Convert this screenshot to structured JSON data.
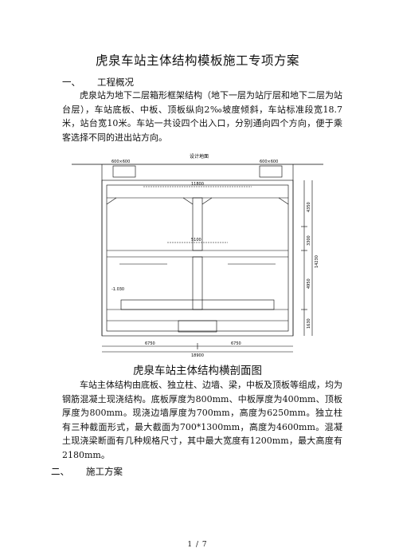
{
  "title": "虎泉车站主体结构模板施工专项方案",
  "section1": {
    "number": "一、",
    "heading": "工程概况",
    "paragraph": "虎泉站为地下二层箱形框架结构（地下一层为站厅层和地下二层为站台层），车站底板、中板、顶板纵向2‰坡度倾斜，车站标准段宽18.7米，站台宽10米。车站一共设四个出入口，分别通向四个方向，便于乘客选择不同的进出站方向。"
  },
  "figure": {
    "top_label": "设计地面",
    "caption": "虎泉车站主体结构横剖面图",
    "dims": {
      "top_left": "600×600",
      "top_right": "600×600",
      "slab_top": "11800",
      "slab_mid": "5100",
      "bottom_left": "6750",
      "bottom_right": "6750",
      "total_width": "18900",
      "right_height": "14230",
      "right_d1": "4350",
      "right_d2": "3300",
      "right_d3": "4950",
      "right_d4": "1630",
      "left_elev": "-1.030"
    }
  },
  "body2": "车站主体结构由底板、独立柱、边墙、梁，中板及顶板等组成，均为钢筋混凝土现浇结构。底板厚度为800mm、中板厚度为400mm、顶板厚度为800mm。现浇边墙厚度为700mm，高度为6250mm。独立柱有三种截面形式，最大截面为700*1300mm，高度为4600mm。混凝土现浇梁断面有几种规格尺寸，其中最大宽度有1200mm，最大高度有2180mm。",
  "section2": {
    "number": "二、",
    "heading": "施工方案"
  },
  "footer": "1 / 7"
}
